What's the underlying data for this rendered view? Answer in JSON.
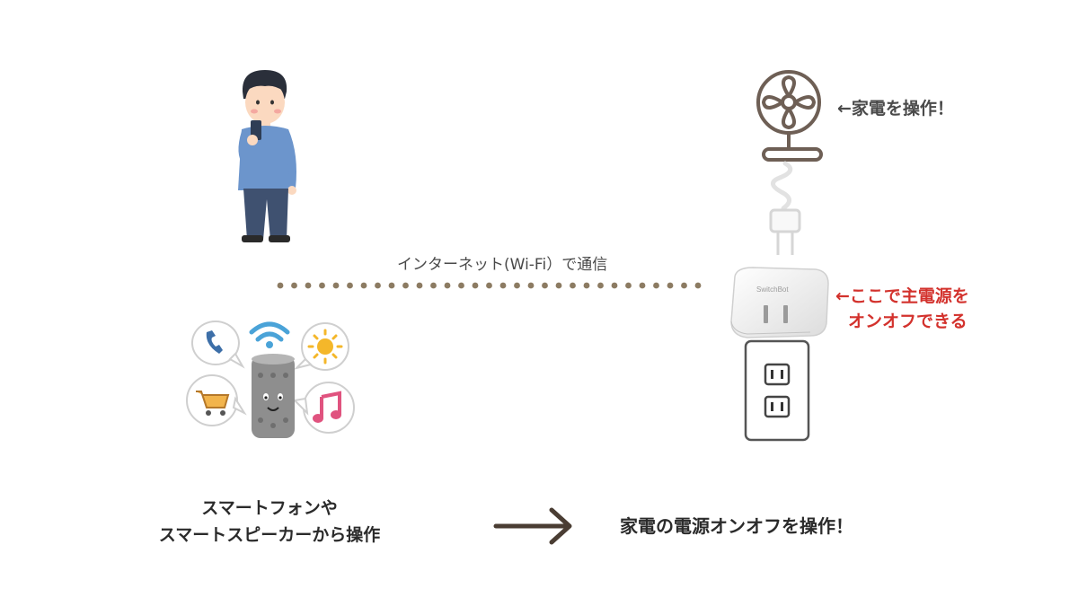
{
  "connection": {
    "label": "インターネット(Wi-Fi）で通信"
  },
  "notes": {
    "appliance": "←家電を操作！",
    "plug_line1": "←ここで主電源を",
    "plug_line2": "オンオフできる"
  },
  "plug": {
    "brand": "SwitchBot"
  },
  "bottom": {
    "left_line1": "スマートフォンや",
    "left_line2": "スマートスピーカーから操作",
    "right": "家電の電源オンオフを操作！"
  },
  "colors": {
    "dots": "#8c7b62",
    "arrow": "#4a3d33",
    "red_note": "#d3322d",
    "line_art": "#6e5f55"
  }
}
